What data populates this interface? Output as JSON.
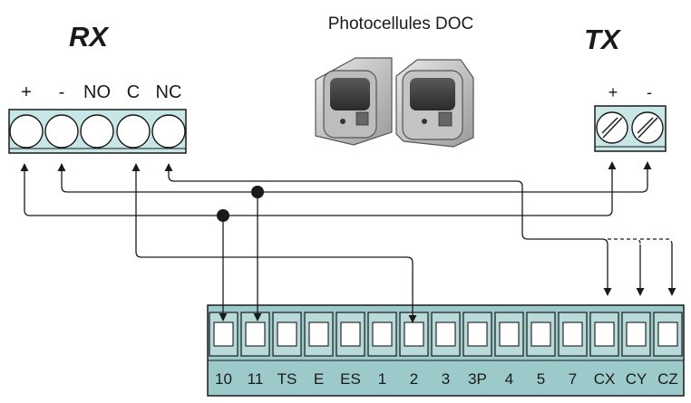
{
  "title": "Photocellules DOC",
  "receiver": {
    "name": "RX",
    "terminals": [
      "+",
      "-",
      "NO",
      "C",
      "NC"
    ]
  },
  "transmitter": {
    "name": "TX",
    "terminals": [
      "+",
      "-"
    ]
  },
  "board": {
    "terminals": [
      "10",
      "11",
      "TS",
      "E",
      "ES",
      "1",
      "2",
      "3",
      "3P",
      "4",
      "5",
      "7",
      "CX",
      "CY",
      "CZ"
    ]
  },
  "colors": {
    "terminal_block": "#c8e6e6",
    "board": "#9cc9c9",
    "line": "#1a1a1a"
  },
  "icons": [
    "photocell-device-icon",
    "photocell-device-icon"
  ]
}
